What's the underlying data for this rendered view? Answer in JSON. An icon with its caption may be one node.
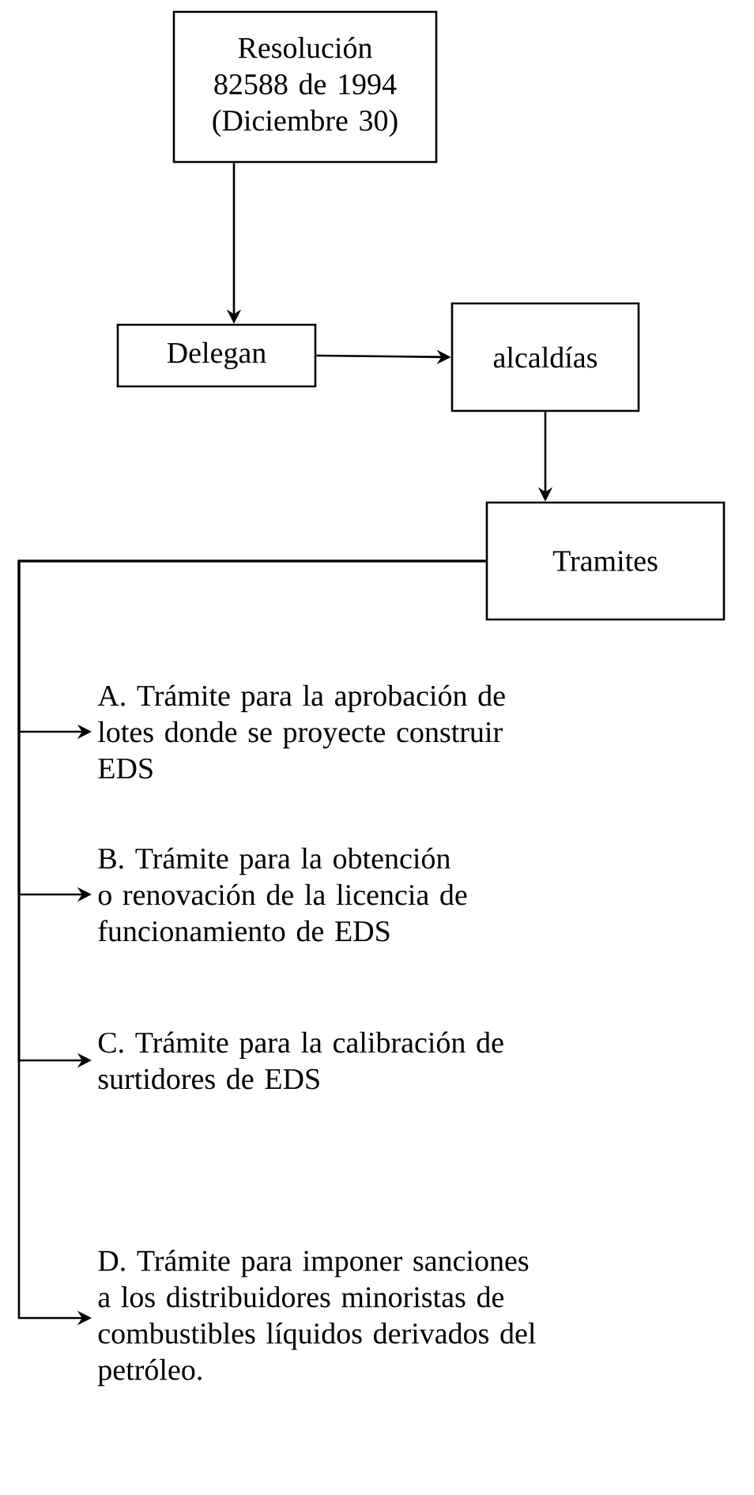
{
  "diagram": {
    "nodes": [
      {
        "text": [
          "Resolución 82588 de 1994 (Diciembre 30)"
        ]
      },
      {
        "text": [
          "Delegan"
        ]
      },
      {
        "text": [
          "alcaldías"
        ]
      },
      {
        "text": [
          "Tramites"
        ]
      },
      {
        "text": [
          "A. Trámite para la aprobación de lotes donde se proyecte construir EDS"
        ]
      },
      {
        "text": [
          "B. Trámite para la obtención o renovación de la licencia de funcionamiento de EDS"
        ]
      },
      {
        "text": [
          "C. Trámite para la calibración de surtidores de EDS"
        ]
      },
      {
        "text": [
          "D. Trámite para imponer sanciones a los distribuidores minoristas de combustibles líquidos derivados del petróleo."
        ]
      }
    ],
    "edges": [
      {
        "from": 0,
        "to": 1,
        "arrow": "to"
      },
      {
        "from": 1,
        "to": 2,
        "arrow": "to"
      },
      {
        "from": 2,
        "to": 3,
        "arrow": "to"
      },
      {
        "from": 3,
        "to": 4,
        "arrow": "to"
      },
      {
        "from": 3,
        "to": 5,
        "arrow": "to"
      },
      {
        "from": 3,
        "to": 6,
        "arrow": "to"
      },
      {
        "from": 3,
        "to": 7,
        "arrow": "to"
      }
    ]
  }
}
